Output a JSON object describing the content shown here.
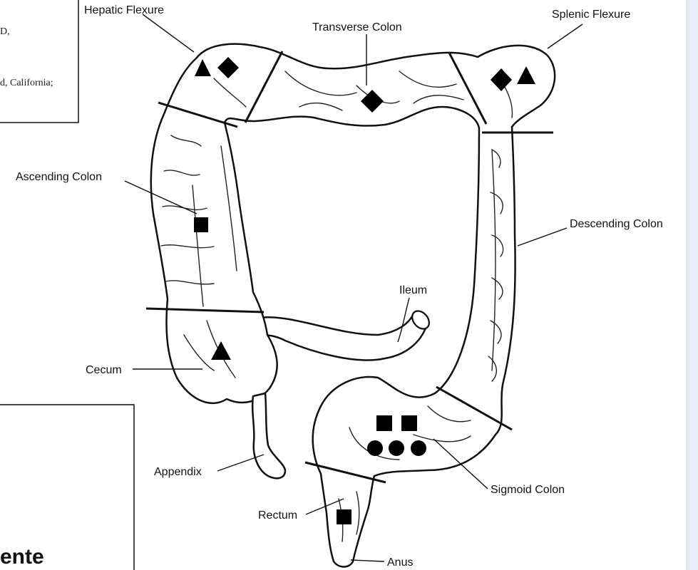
{
  "snippet_top": {
    "line1": "D,",
    "line2": "d, California;"
  },
  "snippet_bottom": {
    "text": "ente"
  },
  "labels": {
    "hepatic_flexure": "Hepatic Flexure",
    "transverse_colon": "Transverse Colon",
    "splenic_flexure": "Splenic Flexure",
    "ascending_colon": "Ascending Colon",
    "descending_colon": "Descending Colon",
    "ileum": "Ileum",
    "cecum": "Cecum",
    "appendix": "Appendix",
    "rectum": "Rectum",
    "sigmoid_colon": "Sigmoid Colon",
    "anus": "Anus"
  },
  "markers": [
    {
      "region": "hepatic flexure",
      "shape": "triangle"
    },
    {
      "region": "hepatic flexure",
      "shape": "diamond"
    },
    {
      "region": "transverse colon",
      "shape": "diamond"
    },
    {
      "region": "splenic flexure",
      "shape": "diamond"
    },
    {
      "region": "splenic flexure",
      "shape": "triangle"
    },
    {
      "region": "ascending colon",
      "shape": "square"
    },
    {
      "region": "cecum",
      "shape": "triangle"
    },
    {
      "region": "sigmoid colon",
      "shape": "square"
    },
    {
      "region": "sigmoid colon",
      "shape": "square"
    },
    {
      "region": "sigmoid colon",
      "shape": "circle"
    },
    {
      "region": "sigmoid colon",
      "shape": "circle"
    },
    {
      "region": "sigmoid colon",
      "shape": "circle"
    },
    {
      "region": "rectum",
      "shape": "square"
    }
  ],
  "colors": {
    "ink": "#111111",
    "background": "#ffffff",
    "edge_strip": "#e8eef8"
  }
}
